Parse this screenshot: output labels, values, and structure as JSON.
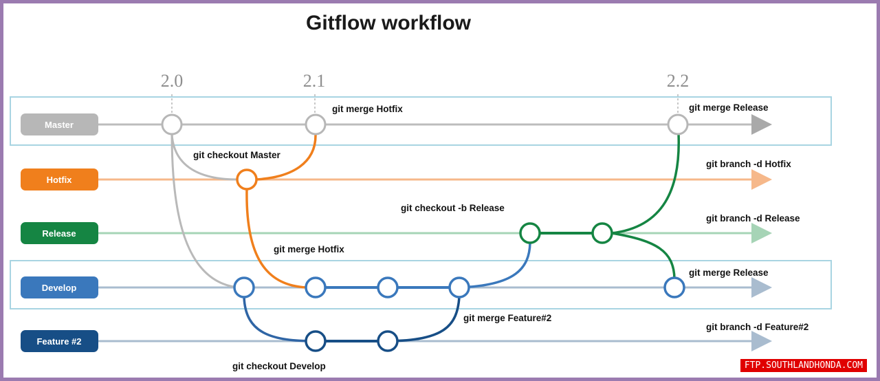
{
  "title": "Gitflow workflow",
  "versions": [
    "2.0",
    "2.1",
    "2.2"
  ],
  "branches": {
    "master": "Master",
    "hotfix": "Hotfix",
    "release": "Release",
    "develop": "Develop",
    "feature": "Feature #2"
  },
  "colors": {
    "master": "#b7b7b7",
    "hotfix": "#f07f1c",
    "release": "#158543",
    "develop": "#3a78bc",
    "feature": "#174e86",
    "box": "#a8d4e2"
  },
  "annotations": {
    "merge_hotfix_master": "git merge Hotfix",
    "merge_release_master": "git merge Release",
    "checkout_master": "git checkout Master",
    "branch_d_hotfix": "git branch -d Hotfix",
    "checkout_b_release": "git checkout -b Release",
    "branch_d_release": "git branch -d Release",
    "merge_hotfix_develop": "git merge Hotfix",
    "merge_release_develop": "git merge Release",
    "merge_feature": "git merge Feature#2",
    "branch_d_feature": "git branch -d Feature#2",
    "checkout_develop": "git checkout Develop"
  },
  "watermark": "FTP.SOUTHLANDHONDA.COM"
}
